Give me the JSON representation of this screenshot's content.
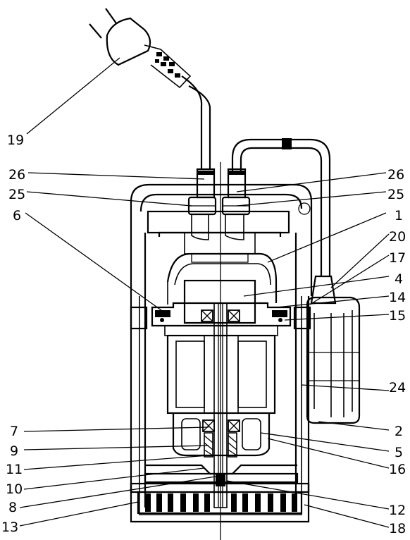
{
  "diagram": {
    "labels": {
      "l19": "19",
      "l26a": "26",
      "l25a": "25",
      "l6": "6",
      "l7": "7",
      "l9": "9",
      "l11": "11",
      "l10": "10",
      "l8": "8",
      "l13": "13",
      "l26b": "26",
      "l25b": "25",
      "l1": "1",
      "l20": "20",
      "l17": "17",
      "l4": "4",
      "l14": "14",
      "l15": "15",
      "l24": "24",
      "l2": "2",
      "l5": "5",
      "l16": "16",
      "l12": "12",
      "l18": "18"
    }
  }
}
